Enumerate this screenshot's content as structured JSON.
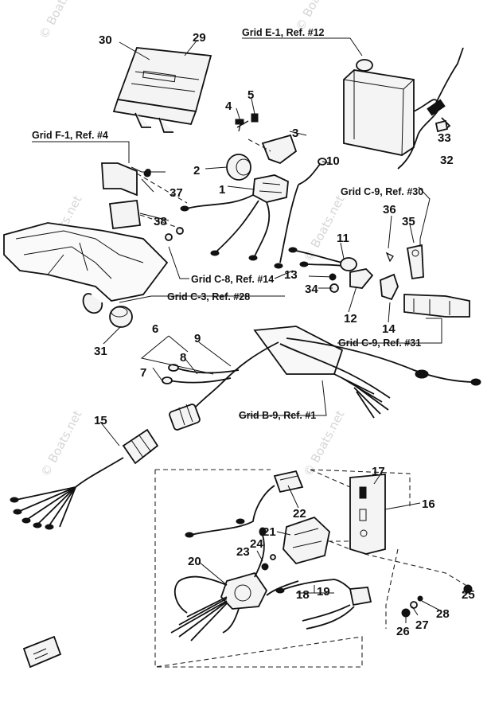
{
  "watermark": "© Boats.net",
  "grid_refs": {
    "e1": "Grid E-1, Ref. #12",
    "f1": "Grid F-1, Ref. #4",
    "c9_30": "Grid C-9, Ref. #30",
    "c8": "Grid C-8, Ref. #14",
    "c3": "Grid C-3, Ref. #28",
    "c9_31": "Grid C-9, Ref. #31",
    "b9": "Grid B-9, Ref. #1"
  },
  "labels": {
    "p1": "1",
    "p2": "2",
    "p3": "3",
    "p4": "4",
    "p5": "5",
    "p6": "6",
    "p7": "7",
    "p8": "8",
    "p9a": "9",
    "p9b": "9",
    "p10": "10",
    "p11": "11",
    "p12": "12",
    "p13": "13",
    "p14": "14",
    "p15": "15",
    "p16": "16",
    "p17": "17",
    "p18": "18",
    "p19": "19",
    "p20": "20",
    "p21": "21",
    "p22": "22",
    "p23": "23",
    "p24": "24",
    "p25": "25",
    "p26": "26",
    "p27": "27",
    "p28": "28",
    "p29": "29",
    "p30": "30",
    "p31": "31",
    "p32": "32",
    "p33": "33",
    "p34": "34",
    "p35": "35",
    "p36": "36",
    "p37": "37",
    "p38": "38"
  }
}
